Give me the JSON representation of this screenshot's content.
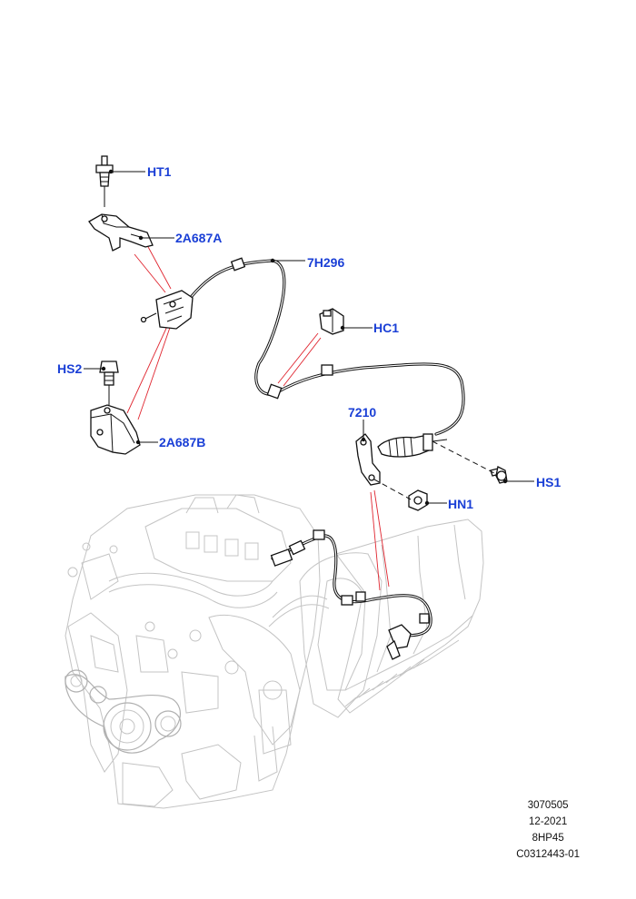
{
  "callouts": {
    "ht1": "HT1",
    "a2687a": "2A687A",
    "h7296": "7H296",
    "hc1": "HC1",
    "hs2": "HS2",
    "a2687b": "2A687B",
    "p7210": "7210",
    "hs1": "HS1",
    "hn1": "HN1"
  },
  "footer": {
    "ref": "3070505",
    "date": "12-2021",
    "model": "8HP45",
    "code": "C0312443-01"
  },
  "colors": {
    "callout": "#1a3fd6",
    "reference_line": "#e0252f",
    "ghost_line": "#c4c4c4"
  }
}
